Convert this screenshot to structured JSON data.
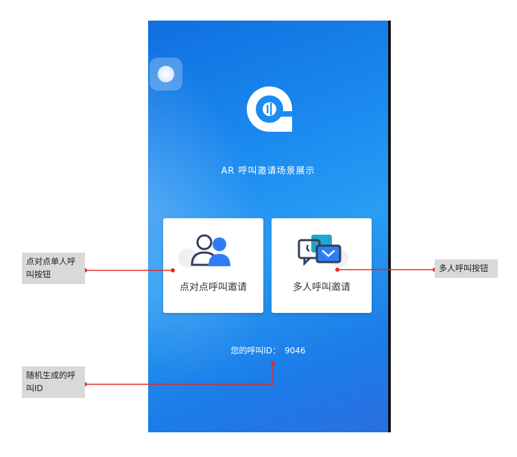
{
  "app": {
    "title": "AR 呼叫邀请场景展示"
  },
  "cards": {
    "p2p": {
      "label": "点对点呼叫邀请",
      "icon": "users-icon"
    },
    "multi": {
      "label": "多人呼叫邀请",
      "icon": "chat-bubbles-icon"
    }
  },
  "call_id": {
    "label": "您的呼叫ID：",
    "value": "9046"
  },
  "annotations": {
    "p2p": "点对点单人呼叫按钮",
    "multi": "多人呼叫按钮",
    "call_id": "随机生成的呼叫ID"
  },
  "colors": {
    "background_blue": "#1c8cf0",
    "annotation_line": "#e52727",
    "card_icon_blue": "#2f7cf6",
    "card_icon_teal": "#21a6cf"
  }
}
